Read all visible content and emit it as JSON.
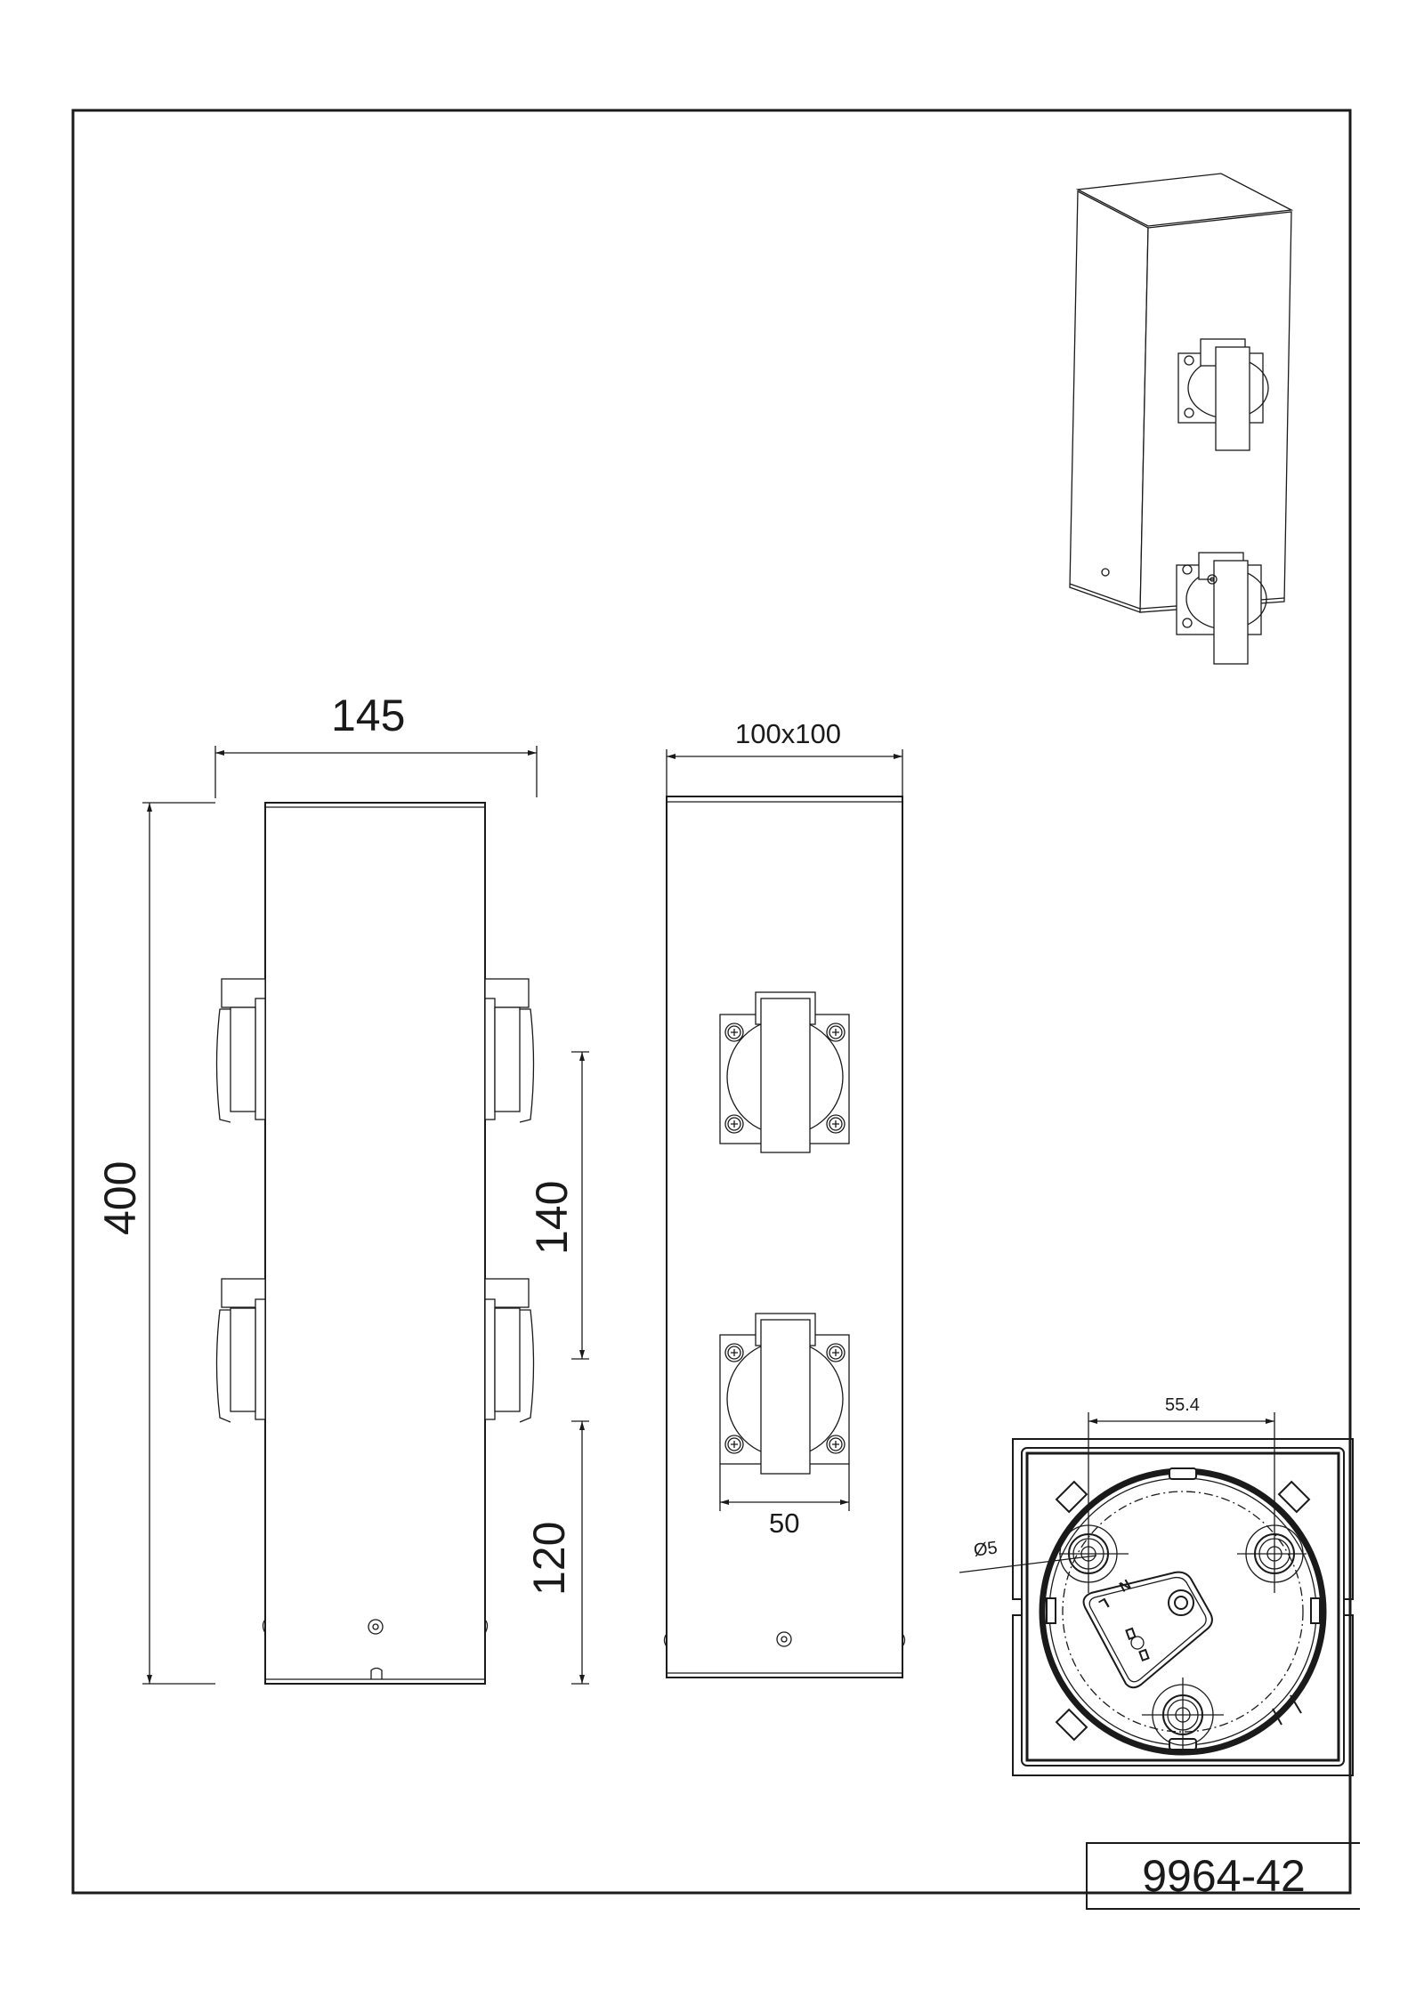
{
  "sheet": {
    "product_code": "9964-42",
    "border_color": "#1a1a1a",
    "background": "#ffffff"
  },
  "views": {
    "side_view": {
      "width_label": "145",
      "height_label": "400",
      "socket_spacing_label": "140",
      "socket_bottom_offset_label": "120"
    },
    "front_view": {
      "section_label": "100x100",
      "socket_width_label": "50"
    },
    "bottom_view": {
      "hole_spacing_label": "55.4",
      "hole_diameter_label": "Ø5",
      "terminal_labels": [
        "N",
        "L"
      ]
    },
    "isometric_view": {
      "socket_count": 2
    }
  }
}
